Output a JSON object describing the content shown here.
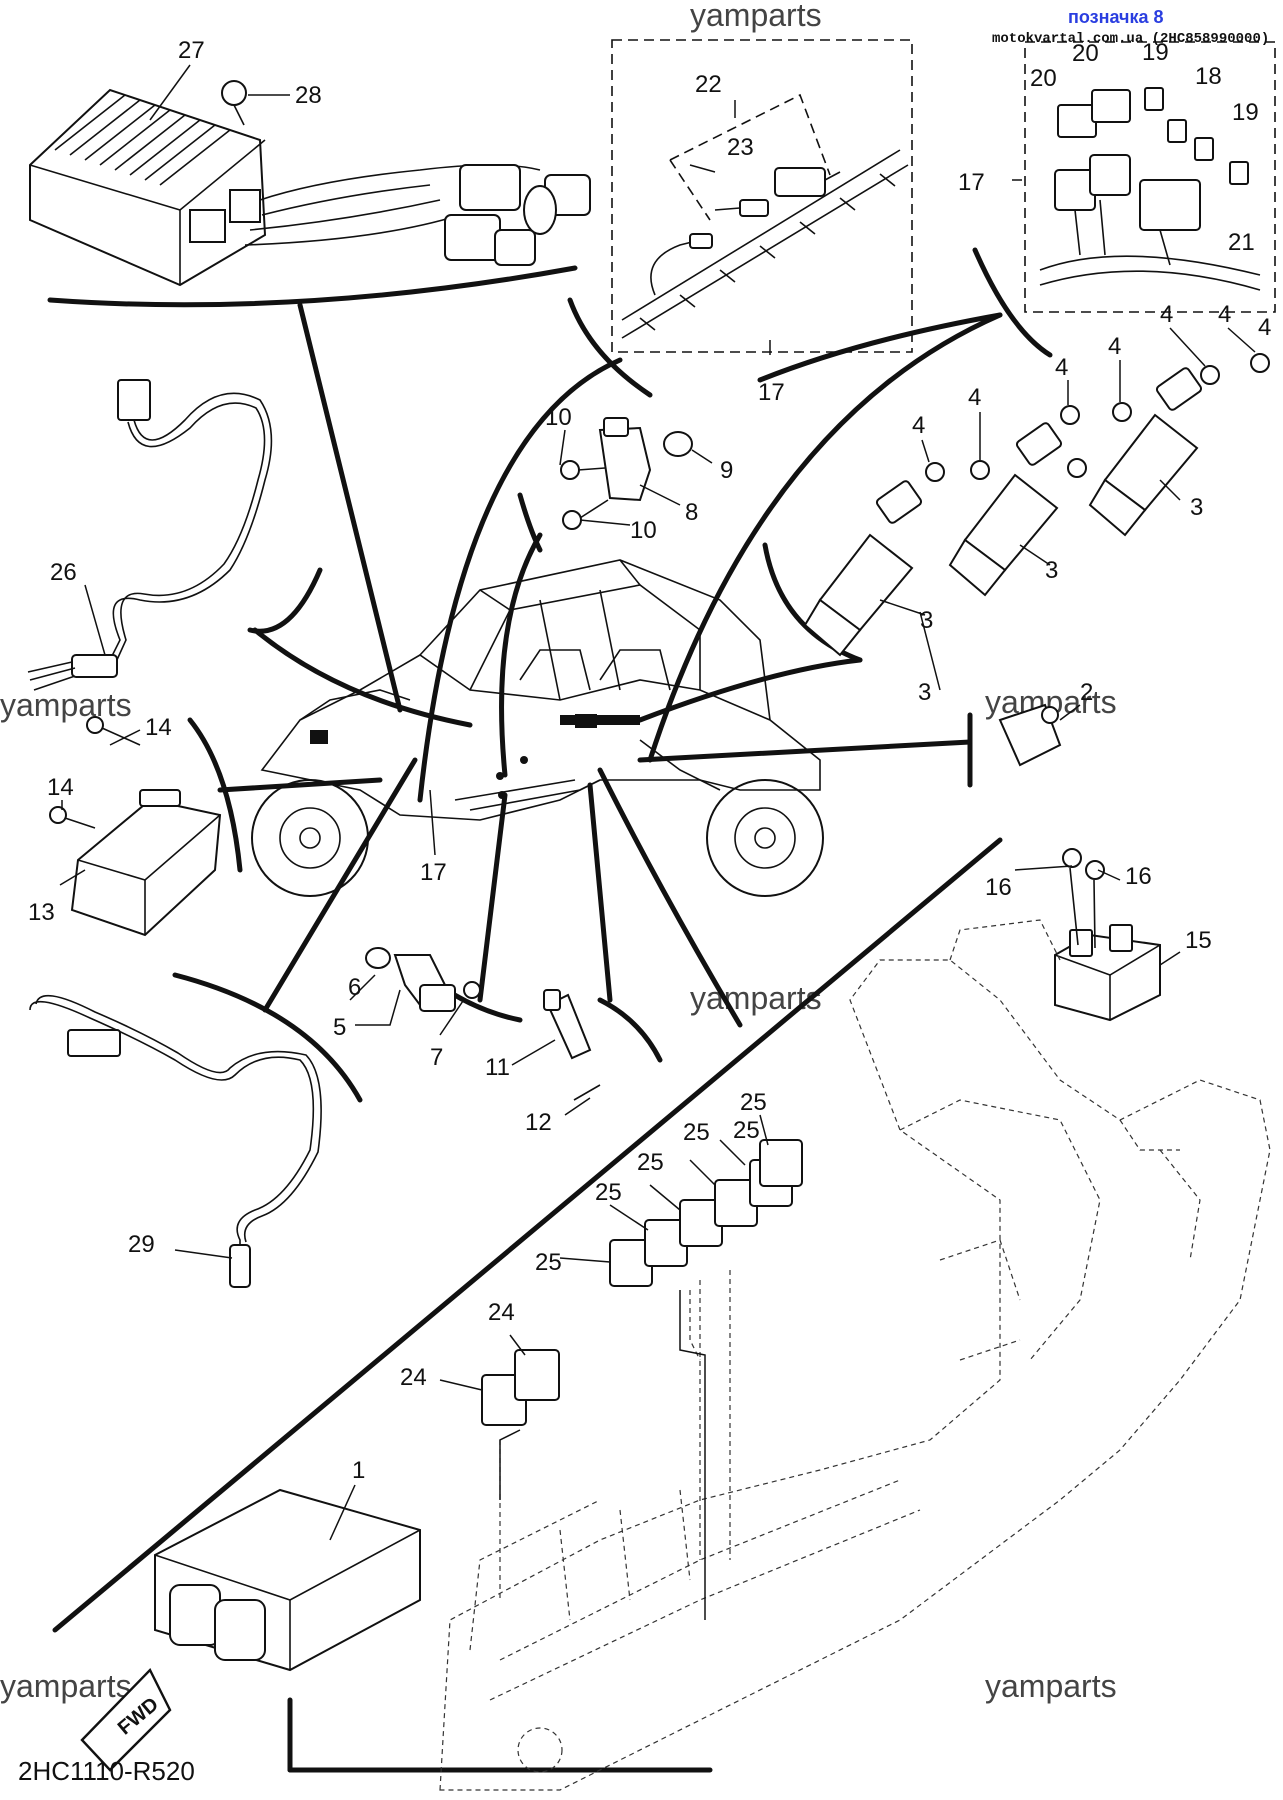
{
  "header": {
    "mark_label": "позначка 8",
    "source_line": "motokvartal.com.ua (2HC858990000)"
  },
  "watermarks": [
    "yamparts",
    "yamparts",
    "yamparts",
    "yamparts",
    "yamparts",
    "yamparts"
  ],
  "diagram_code": "2HC1110-R520",
  "fwd_label": "FWD",
  "callouts": [
    "27",
    "28",
    "22",
    "23",
    "17",
    "20",
    "20",
    "19",
    "18",
    "19",
    "17",
    "21",
    "26",
    "10",
    "9",
    "8",
    "10",
    "4",
    "4",
    "4",
    "4",
    "4",
    "4",
    "4",
    "3",
    "3",
    "3",
    "3",
    "14",
    "14",
    "13",
    "2",
    "17",
    "16",
    "16",
    "15",
    "6",
    "5",
    "7",
    "11",
    "12",
    "25",
    "25",
    "25",
    "25",
    "25",
    "25",
    "24",
    "24",
    "29",
    "1"
  ]
}
